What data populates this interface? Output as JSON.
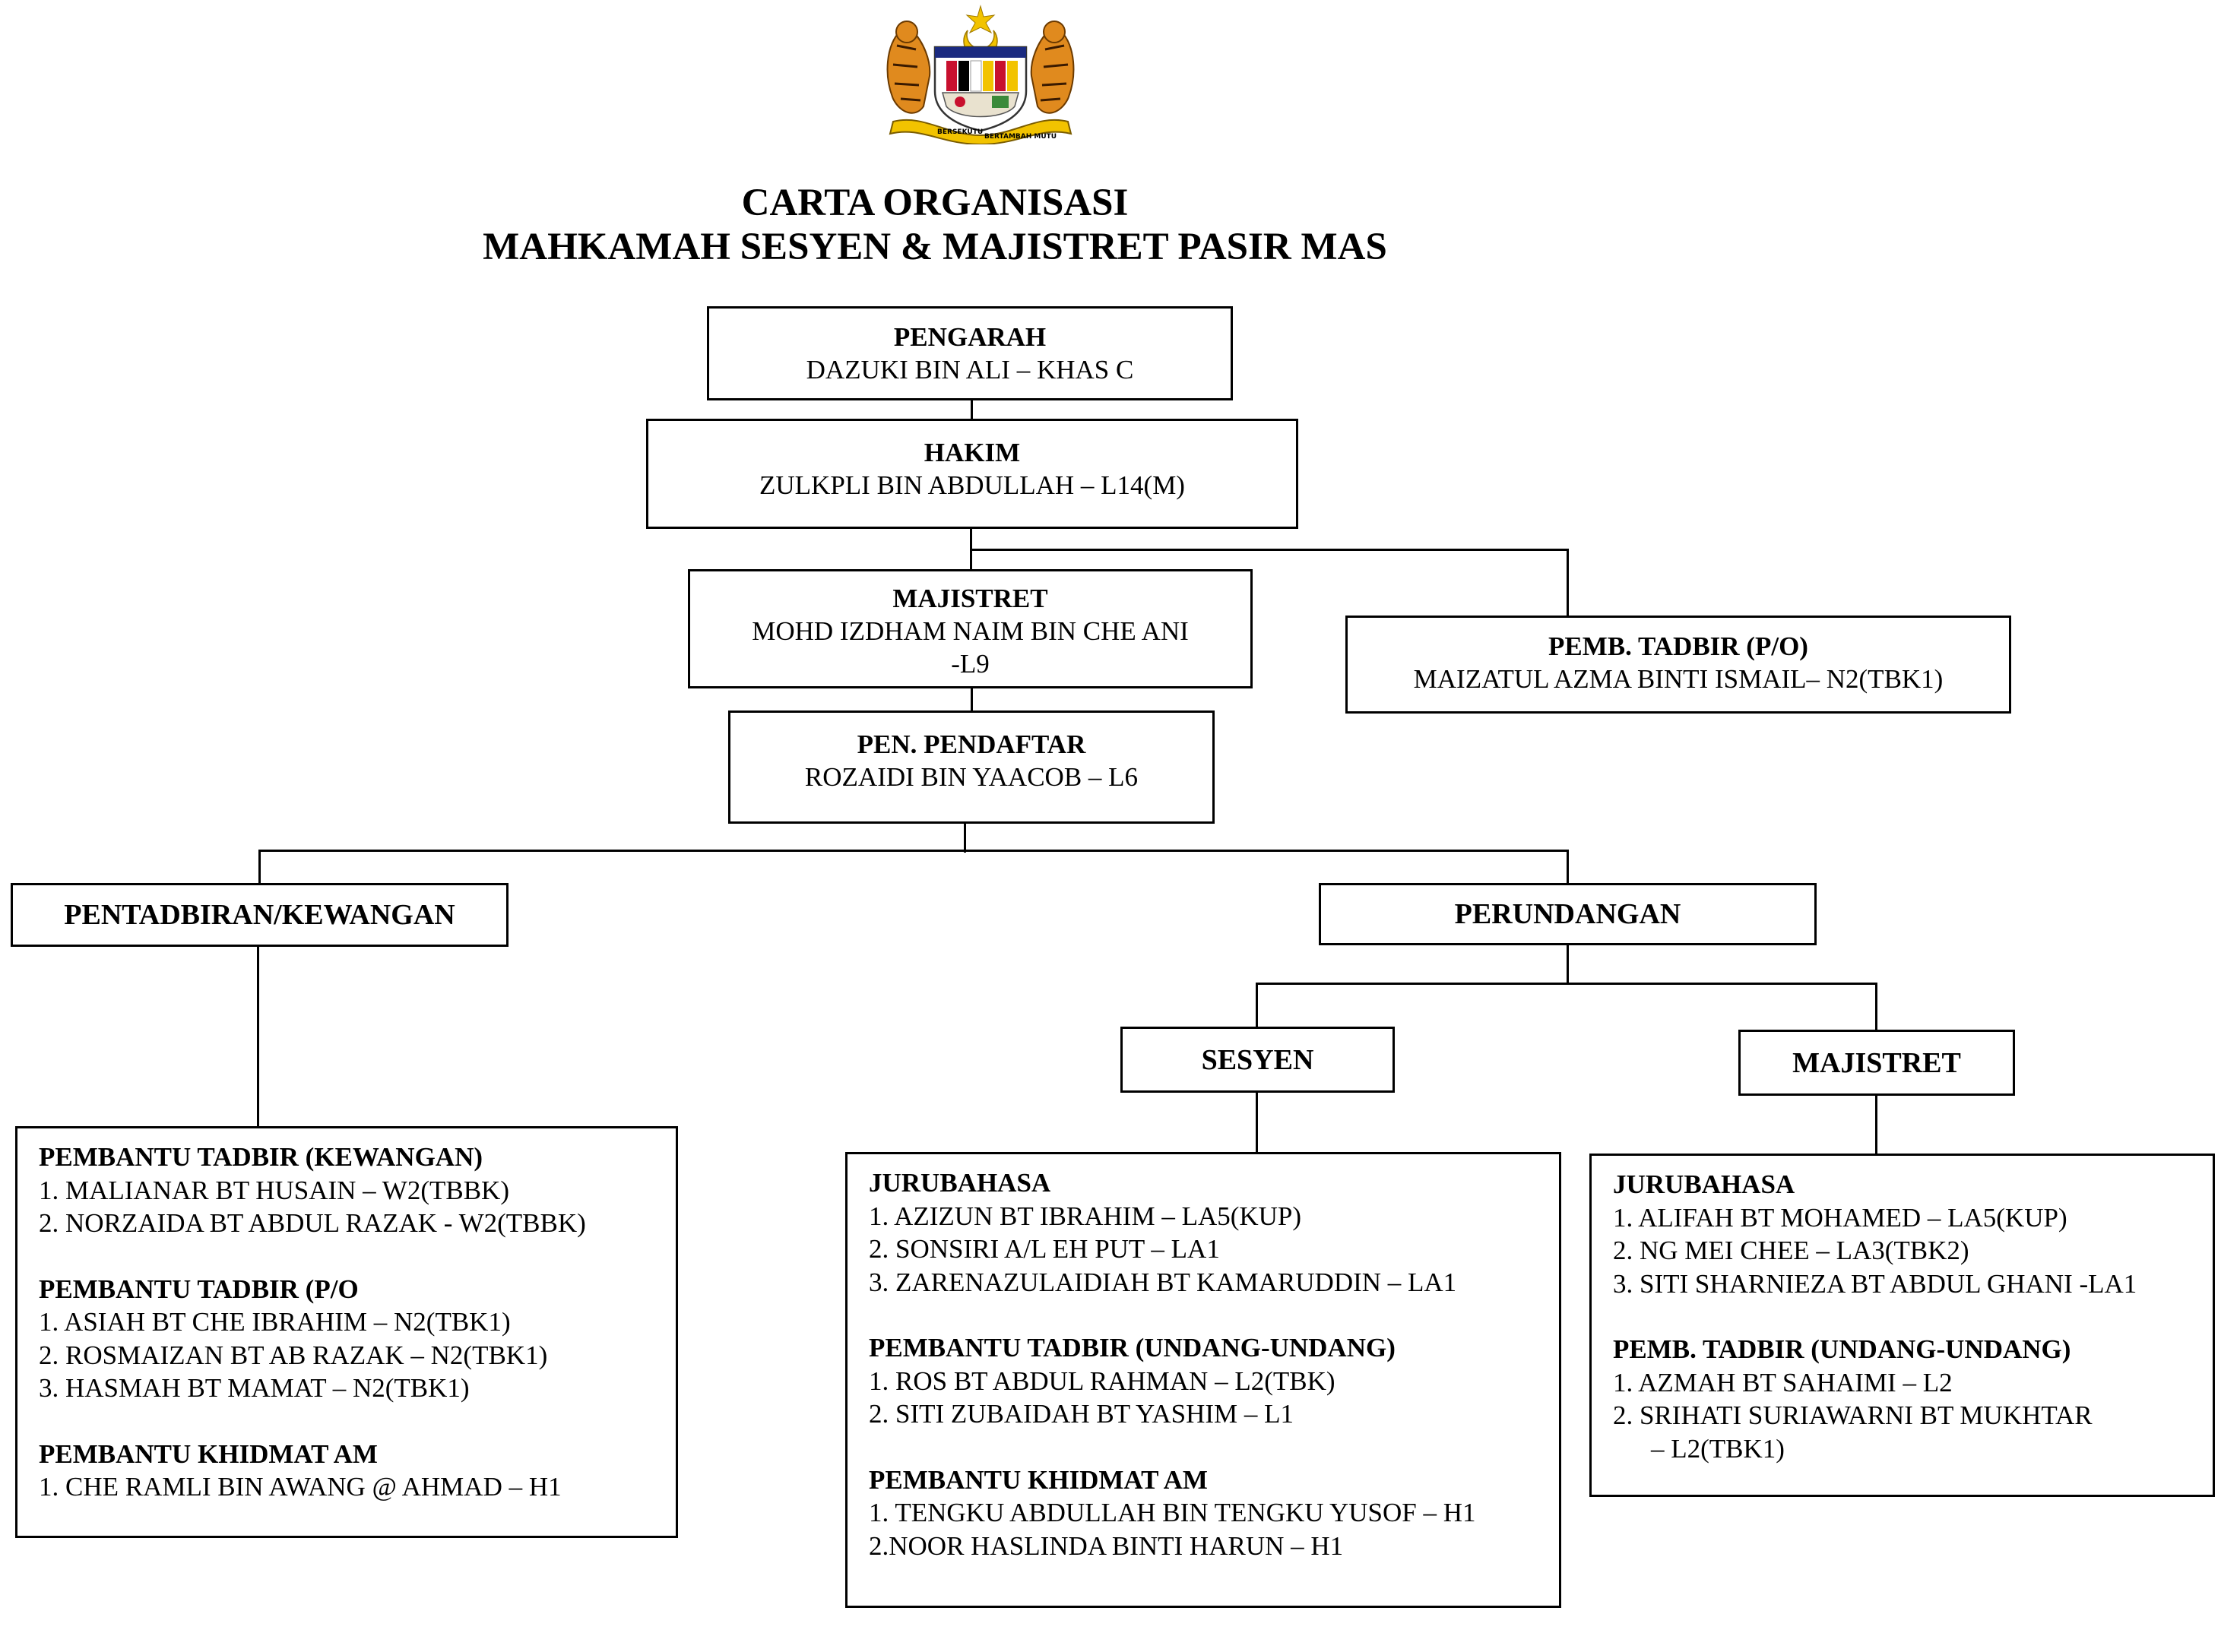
{
  "title": {
    "line1": "CARTA ORGANISASI",
    "line2": "MAHKAMAH SESYEN & MAJISTRET PASIR MAS"
  },
  "crest": {
    "motto_left": "BERSEKUTU",
    "motto_right": "BERTAMBAH MUTU"
  },
  "nodes": {
    "pengarah": {
      "title": "PENGARAH",
      "name": "DAZUKI BIN ALI – KHAS C"
    },
    "hakim": {
      "title": "HAKIM",
      "name": "ZULKPLI BIN ABDULLAH – L14(M)"
    },
    "majistret": {
      "title": "MAJISTRET",
      "name_line1": "MOHD IZDHAM NAIM BIN CHE ANI",
      "name_line2": "-L9"
    },
    "pemb_tadbir_po": {
      "title": "PEMB. TADBIR (P/O)",
      "name": "MAIZATUL AZMA BINTI ISMAIL– N2(TBK1)"
    },
    "pen_pendaftar": {
      "title": "PEN. PENDAFTAR",
      "name": "ROZAIDI BIN YAACOB –  L6"
    }
  },
  "units": {
    "pentadbiran": "PENTADBIRAN/KEWANGAN",
    "perundangan": "PERUNDANGAN",
    "sesyen": "SESYEN",
    "majistret": "MAJISTRET"
  },
  "lists": {
    "pentadbiran": [
      {
        "heading": "PEMBANTU TADBIR (KEWANGAN)",
        "items": [
          "1. MALIANAR BT HUSAIN – W2(TBBK)",
          "2. NORZAIDA BT ABDUL RAZAK - W2(TBBK)"
        ]
      },
      {
        "heading": "PEMBANTU TADBIR (P/O",
        "items": [
          "1. ASIAH BT CHE IBRAHIM – N2(TBK1)",
          "2. ROSMAIZAN BT AB RAZAK – N2(TBK1)",
          "3. HASMAH BT MAMAT – N2(TBK1)"
        ]
      },
      {
        "heading": "PEMBANTU KHIDMAT AM",
        "items": [
          "1. CHE RAMLI BIN AWANG @ AHMAD – H1"
        ]
      }
    ],
    "sesyen": [
      {
        "heading": "JURUBAHASA",
        "items": [
          "1. AZIZUN BT IBRAHIM – LA5(KUP)",
          "2. SONSIRI A/L EH PUT – LA1",
          "3. ZARENAZULAIDIAH BT KAMARUDDIN – LA1"
        ]
      },
      {
        "heading": "PEMBANTU TADBIR (UNDANG-UNDANG)",
        "items": [
          "1. ROS BT ABDUL RAHMAN  – L2(TBK)",
          "2. SITI ZUBAIDAH BT YASHIM – L1"
        ]
      },
      {
        "heading": "PEMBANTU KHIDMAT AM",
        "items": [
          "1. TENGKU ABDULLAH BIN TENGKU YUSOF – H1",
          "2.NOOR HASLINDA BINTI HARUN – H1"
        ]
      }
    ],
    "majistret": [
      {
        "heading": "JURUBAHASA",
        "items": [
          "1. ALIFAH BT MOHAMED – LA5(KUP)",
          "2. NG MEI CHEE – LA3(TBK2)",
          "3. SITI SHARNIEZA BT ABDUL GHANI -LA1"
        ]
      },
      {
        "heading": "PEMB. TADBIR (UNDANG-UNDANG)",
        "items": [
          "1. AZMAH BT SAHAIMI – L2",
          "2. SRIHATI SURIAWARNI BT MUKHTAR",
          "– L2(TBK1)"
        ]
      }
    ]
  }
}
